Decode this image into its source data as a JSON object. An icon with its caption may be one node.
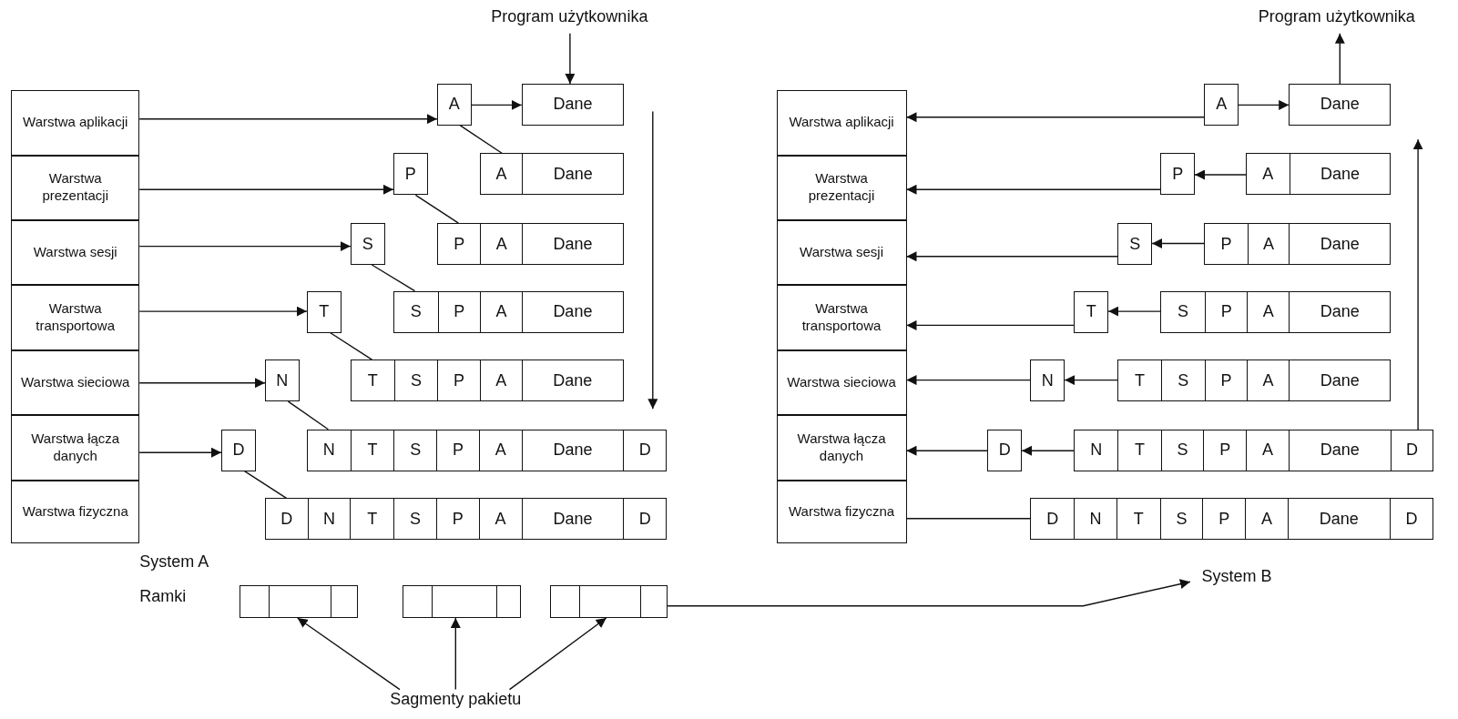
{
  "diagram": {
    "nodes": [
      {
        "text": [
          "Program użytkownika"
        ]
      },
      {
        "text": [
          "Warstwa aplikacji"
        ]
      },
      {
        "text": [
          "Warstwa prezentacji"
        ]
      },
      {
        "text": [
          "Warstwa sesji"
        ]
      },
      {
        "text": [
          "Warstwa transportowa"
        ]
      },
      {
        "text": [
          "Warstwa sieciowa"
        ]
      },
      {
        "text": [
          "Warstwa łącza danych"
        ]
      },
      {
        "text": [
          "Warstwa fizyczna"
        ]
      },
      {
        "text": [
          "A"
        ]
      },
      {
        "text": [
          "Dane"
        ]
      },
      {
        "text": [
          "P"
        ]
      },
      {
        "text": [
          "A",
          "Dane"
        ]
      },
      {
        "text": [
          "S"
        ]
      },
      {
        "text": [
          "P",
          "A",
          "Dane"
        ]
      },
      {
        "text": [
          "T"
        ]
      },
      {
        "text": [
          "S",
          "P",
          "A",
          "Dane"
        ]
      },
      {
        "text": [
          "N"
        ]
      },
      {
        "text": [
          "T",
          "S",
          "P",
          "A",
          "Dane"
        ]
      },
      {
        "text": [
          "D"
        ]
      },
      {
        "text": [
          "N",
          "T",
          "S",
          "P",
          "A",
          "Dane",
          "D"
        ]
      },
      {
        "text": [
          "D",
          "N",
          "T",
          "S",
          "P",
          "A",
          "Dane",
          "D"
        ]
      },
      {
        "text": [],
        "shape": "box"
      },
      {
        "text": [],
        "shape": "box"
      },
      {
        "text": [],
        "shape": "box"
      },
      {
        "text": [
          "Sagmenty pakietu"
        ]
      },
      {
        "text": [
          "System B"
        ]
      },
      {
        "text": [
          "Program użytkownika"
        ]
      },
      {
        "text": [
          "Warstwa aplikacji"
        ]
      },
      {
        "text": [
          "Warstwa prezentacji"
        ]
      },
      {
        "text": [
          "Warstwa sesji"
        ]
      },
      {
        "text": [
          "Warstwa transportowa"
        ]
      },
      {
        "text": [
          "Warstwa sieciowa"
        ]
      },
      {
        "text": [
          "Warstwa łącza danych"
        ]
      },
      {
        "text": [
          "Warstwa fizyczna"
        ]
      },
      {
        "text": [
          "A"
        ]
      },
      {
        "text": [
          "Dane"
        ]
      },
      {
        "text": [
          "P"
        ]
      },
      {
        "text": [
          "A",
          "Dane"
        ]
      },
      {
        "text": [
          "S"
        ]
      },
      {
        "text": [
          "P",
          "A",
          "Dane"
        ]
      },
      {
        "text": [
          "T"
        ]
      },
      {
        "text": [
          "S",
          "P",
          "A",
          "Dane"
        ]
      },
      {
        "text": [
          "N"
        ]
      },
      {
        "text": [
          "T",
          "S",
          "P",
          "A",
          "Dane"
        ]
      },
      {
        "text": [
          "D"
        ]
      },
      {
        "text": [
          "N",
          "T",
          "S",
          "P",
          "A",
          "Dane",
          "D"
        ]
      },
      {
        "text": [
          "D",
          "N",
          "T",
          "S",
          "P",
          "A",
          "Dane",
          "D"
        ]
      }
    ],
    "edges": [
      {
        "from": 0,
        "to": 9,
        "arrow": "to"
      },
      {
        "from": 1,
        "to": 8,
        "arrow": "to"
      },
      {
        "from": 8,
        "to": 9,
        "arrow": "to"
      },
      {
        "from": 2,
        "to": 10,
        "arrow": "to"
      },
      {
        "from": 3,
        "to": 12,
        "arrow": "to"
      },
      {
        "from": 4,
        "to": 14,
        "arrow": "to"
      },
      {
        "from": 5,
        "to": 16,
        "arrow": "to"
      },
      {
        "from": 6,
        "to": 18,
        "arrow": "to"
      },
      {
        "from": 8,
        "to": 11,
        "arrow": "none"
      },
      {
        "from": 10,
        "to": 13,
        "arrow": "none"
      },
      {
        "from": 12,
        "to": 15,
        "arrow": "none"
      },
      {
        "from": 14,
        "to": 17,
        "arrow": "none"
      },
      {
        "from": 16,
        "to": 19,
        "arrow": "none"
      },
      {
        "from": 18,
        "to": 20,
        "arrow": "none"
      },
      {
        "from": 24,
        "to": 21,
        "arrow": "to"
      },
      {
        "from": 24,
        "to": 22,
        "arrow": "to"
      },
      {
        "from": 24,
        "to": 23,
        "arrow": "to"
      },
      {
        "from": 23,
        "to": 25,
        "arrow": "to"
      },
      {
        "from": 35,
        "to": 26,
        "arrow": "to"
      },
      {
        "from": 34,
        "to": 35,
        "arrow": "to"
      },
      {
        "from": 34,
        "to": 27,
        "arrow": "to"
      },
      {
        "from": 37,
        "to": 36,
        "arrow": "to"
      },
      {
        "from": 36,
        "to": 28,
        "arrow": "to"
      },
      {
        "from": 39,
        "to": 38,
        "arrow": "to"
      },
      {
        "from": 38,
        "to": 29,
        "arrow": "to"
      },
      {
        "from": 41,
        "to": 40,
        "arrow": "to"
      },
      {
        "from": 40,
        "to": 30,
        "arrow": "to"
      },
      {
        "from": 43,
        "to": 42,
        "arrow": "to"
      },
      {
        "from": 42,
        "to": 31,
        "arrow": "to"
      },
      {
        "from": 45,
        "to": 44,
        "arrow": "to"
      },
      {
        "from": 44,
        "to": 32,
        "arrow": "to"
      },
      {
        "from": 33,
        "to": 46,
        "arrow": "none"
      }
    ],
    "labels": [
      "System A",
      "Ramki"
    ]
  }
}
